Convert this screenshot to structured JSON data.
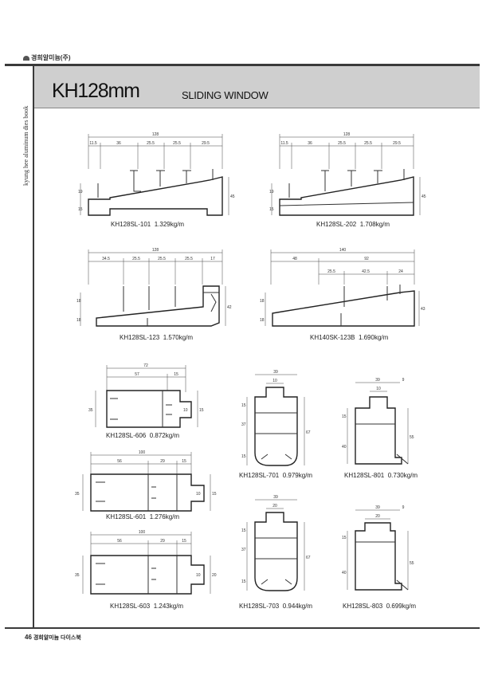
{
  "header": {
    "company": "경희알미늄(주)",
    "side_text": "kyung hee aluminum dies book"
  },
  "title": {
    "model": "KH128mm",
    "type": "SLIDING WINDOW"
  },
  "profiles": [
    {
      "code": "KH128SL-101",
      "weight": "1.329kg/m",
      "dims": [
        "128",
        "11.5",
        "36",
        "25.5",
        "25.5",
        "29.5",
        "19",
        "15",
        "45"
      ]
    },
    {
      "code": "KH128SL-202",
      "weight": "1.708kg/m",
      "dims": [
        "128",
        "11.5",
        "36",
        "25.5",
        "25.5",
        "29.5",
        "19",
        "15",
        "45"
      ]
    },
    {
      "code": "KH128SL-123",
      "weight": "1.570kg/m",
      "dims": [
        "128",
        "34.5",
        "25.5",
        "25.5",
        "25.5",
        "17",
        "18",
        "18",
        "42"
      ]
    },
    {
      "code": "KH140SK-123B",
      "weight": "1.690kg/m",
      "dims": [
        "140",
        "48",
        "92",
        "25.5",
        "42.5",
        "24",
        "18",
        "18",
        "43"
      ]
    },
    {
      "code": "KH128SL-606",
      "weight": "0.872kg/m",
      "dims": [
        "72",
        "57",
        "15",
        "35",
        "10",
        "15"
      ]
    },
    {
      "code": "KH128SL-701",
      "weight": "0.979kg/m",
      "dims": [
        "39",
        "10",
        "15",
        "37",
        "15",
        "67"
      ]
    },
    {
      "code": "KH128SL-801",
      "weight": "0.730kg/m",
      "dims": [
        "39",
        "9",
        "10",
        "15",
        "40",
        "55"
      ]
    },
    {
      "code": "KH128SL-601",
      "weight": "1.276kg/m",
      "dims": [
        "100",
        "56",
        "29",
        "15",
        "35",
        "15",
        "10"
      ]
    },
    {
      "code": "KH128SL-703",
      "weight": "0.944kg/m",
      "dims": [
        "39",
        "20",
        "15",
        "37",
        "15",
        "67"
      ]
    },
    {
      "code": "KH128SL-603",
      "weight": "1.243kg/m",
      "dims": [
        "100",
        "56",
        "29",
        "15",
        "35",
        "20",
        "10"
      ]
    },
    {
      "code": "KH128SL-803",
      "weight": "0.699kg/m",
      "dims": [
        "39",
        "9",
        "20",
        "15",
        "40",
        "55"
      ]
    }
  ],
  "footer": {
    "page": "46",
    "book": "경희알미늄 다이스북"
  }
}
